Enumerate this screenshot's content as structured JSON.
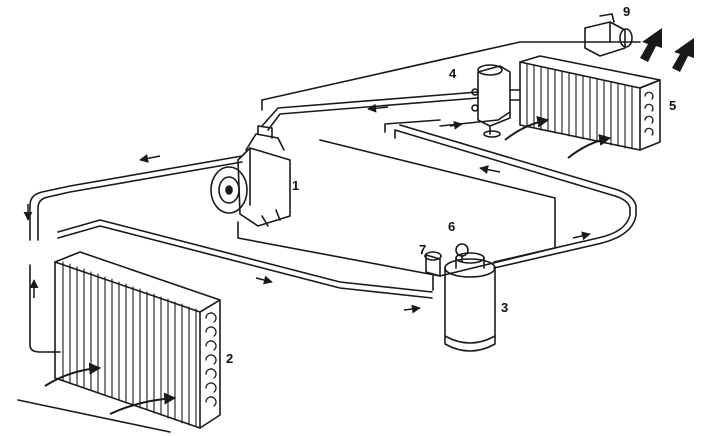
{
  "labels": {
    "compressor": "1",
    "condenser": "2",
    "receiver_drier": "3",
    "expansion_valve": "4",
    "evaporator": "5",
    "sight_glass": "6",
    "pressure_switch": "7",
    "blower_motor": "9"
  },
  "colors": {
    "ink": "#1a1a1a",
    "paper": "#ffffff"
  }
}
